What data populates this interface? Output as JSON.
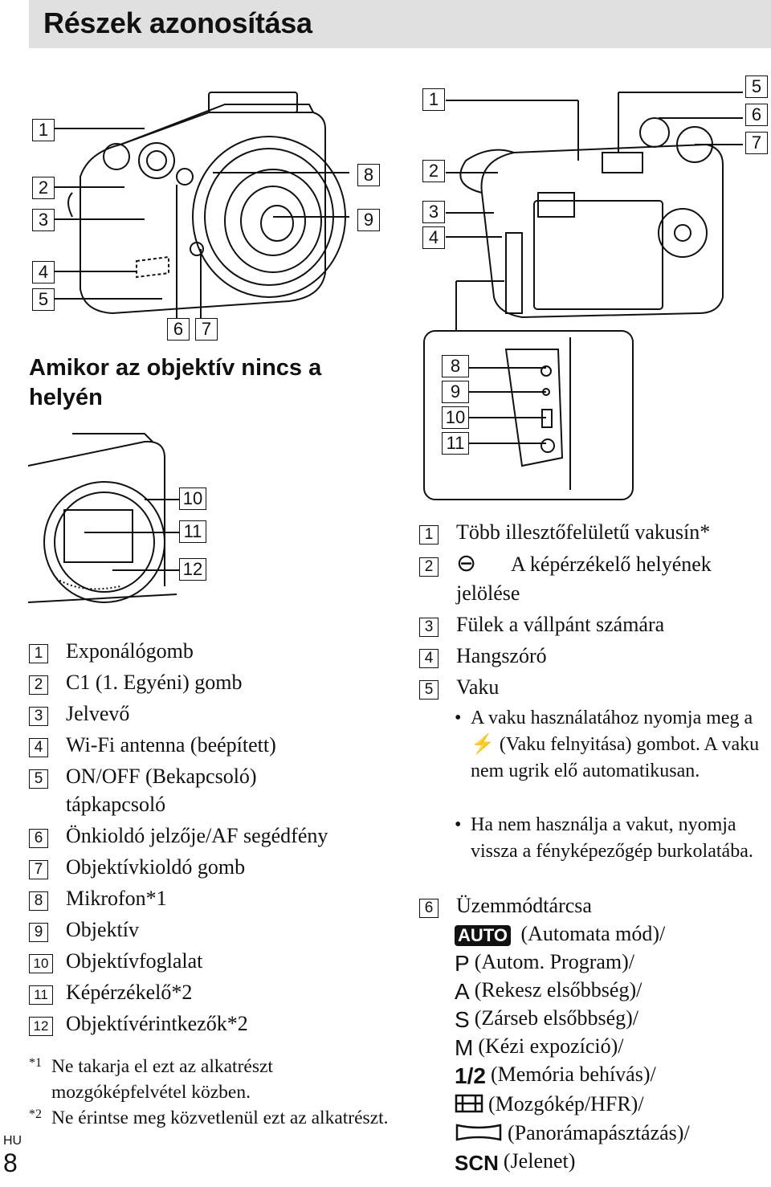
{
  "header": {
    "title": "Részek azonosítása"
  },
  "top_labels": [
    "1",
    "2",
    "3",
    "4",
    "5",
    "6",
    "7",
    "8",
    "9"
  ],
  "right_top_labels": [
    "1",
    "2",
    "3",
    "4",
    "5",
    "6",
    "7"
  ],
  "right_port_labels": [
    "8",
    "9",
    "10",
    "11"
  ],
  "mount_labels": [
    "10",
    "11",
    "12"
  ],
  "subheading": "Amikor az objektív nincs a helyén",
  "left_list": [
    {
      "n": "1",
      "t": "Exponálógomb"
    },
    {
      "n": "2",
      "t": "C1 (1. Egyéni) gomb"
    },
    {
      "n": "3",
      "t": "Jelvevő"
    },
    {
      "n": "4",
      "t": "Wi-Fi antenna (beépített)"
    },
    {
      "n": "5",
      "t": "ON/OFF (Bekapcsoló)"
    },
    {
      "n": "",
      "t": "tápkapcsoló"
    },
    {
      "n": "6",
      "t": "Önkioldó jelzője/AF segédfény"
    },
    {
      "n": "7",
      "t": "Objektívkioldó gomb"
    },
    {
      "n": "8",
      "t": "Mikrofon*1"
    },
    {
      "n": "9",
      "t": "Objektív"
    },
    {
      "n": "10",
      "t": "Objektívfoglalat"
    },
    {
      "n": "11",
      "t": "Képérzékelő*2"
    },
    {
      "n": "12",
      "t": "Objektívérintkezők*2"
    }
  ],
  "notes": [
    {
      "mark": "*1",
      "t": "Ne takarja el ezt az alkatrészt mozgóképfelvétel közben."
    },
    {
      "mark": "*2",
      "t": "Ne érintse meg közvetlenül ezt az alkatrészt."
    }
  ],
  "side": {
    "lang": "HU",
    "page": "8"
  },
  "right_list": [
    {
      "n": "1",
      "t": "Több illesztőfelületű vakusín*"
    },
    {
      "n": "2",
      "t": "A képérzékelő helyének"
    },
    {
      "n": "",
      "t": "jelölése"
    },
    {
      "n": "3",
      "t": "Fülek a vállpánt számára"
    },
    {
      "n": "4",
      "t": "Hangszóró"
    },
    {
      "n": "5",
      "t": "Vaku"
    }
  ],
  "bullets": [
    "A vaku használatához nyomja meg a ⚡ (Vaku felnyitása) gombot. A vaku nem ugrik elő automatikusan.",
    "Ha nem használja a vakut, nyomja vissza a fényképezőgép burkolatába."
  ],
  "mode_dial": {
    "n": "6",
    "t": "Üzemmódtárcsa"
  },
  "modes": [
    {
      "icon": "AUTO",
      "t": "(Automata mód)/"
    },
    {
      "icon": "P",
      "t": "(Autom. Program)/"
    },
    {
      "icon": "A",
      "t": "(Rekesz elsőbbség)/"
    },
    {
      "icon": "S",
      "t": "(Zárseb elsőbbség)/"
    },
    {
      "icon": "M",
      "t": "(Kézi expozíció)/"
    },
    {
      "icon": "1/2",
      "t": "(Memória behívás)/"
    },
    {
      "icon": "film",
      "t": "(Mozgókép/HFR)/"
    },
    {
      "icon": "pano",
      "t": "(Panorámapásztázás)/"
    },
    {
      "icon": "SCN",
      "t": "(Jelenet)"
    }
  ]
}
